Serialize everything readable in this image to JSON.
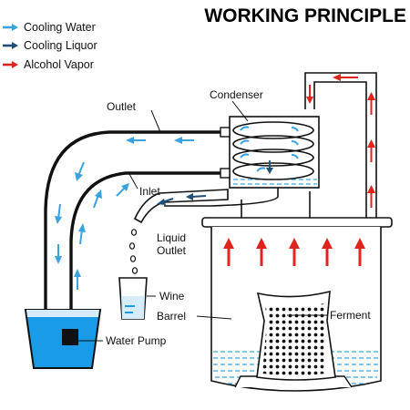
{
  "title": "WORKING PRINCIPLE",
  "legend": [
    {
      "label": "Cooling Water",
      "color": "#3aa3df",
      "icon": "light-blue-arrow-icon"
    },
    {
      "label": "Cooling Liquor",
      "color": "#1f4f78",
      "icon": "dark-blue-arrow-icon"
    },
    {
      "label": "Alcohol Vapor",
      "color": "#e0231c",
      "icon": "red-arrow-icon"
    }
  ],
  "labels": {
    "outlet": "Outlet",
    "condenser": "Condenser",
    "inlet": "Inlet",
    "liquid_outlet_1": "Liquid",
    "liquid_outlet_2": "Outlet",
    "wine": "Wine",
    "barrel": "Barrel",
    "ferment": "Ferment",
    "water_pump": "Water Pump"
  },
  "colors": {
    "water": "#1a9be8",
    "water_light": "#d6ecfa",
    "cooling_water": "#3aa3df",
    "cooling_liquor": "#1f4f78",
    "vapor": "#e0231c",
    "outline": "#111111"
  }
}
